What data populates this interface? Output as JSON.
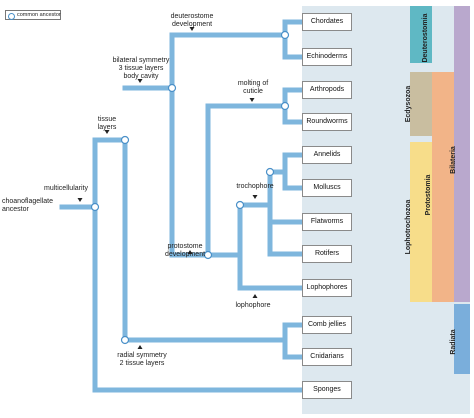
{
  "legend": {
    "label": "common ancestor",
    "icon": "circle-icon"
  },
  "root_label": "choanoflagellate\nancestor",
  "events": {
    "multicellularity": "multicellularity",
    "tissue_layers": "tissue\nlayers",
    "bilateral": "bilateral symmetry\n3 tissue layers\nbody cavity",
    "radial": "radial symmetry\n2 tissue layers",
    "deuterostome": "deuterostome\ndevelopment",
    "protostome": "protostome\ndevelopment",
    "molting": "molting of\ncuticle",
    "trochophore": "trochophore",
    "lophophore": "lophophore"
  },
  "taxa": [
    "Chordates",
    "Echinoderms",
    "Arthropods",
    "Roundworms",
    "Annelids",
    "Molluscs",
    "Flatworms",
    "Rotifers",
    "Lophophores",
    "Comb jellies",
    "Cnidarians",
    "Sponges"
  ],
  "groups": {
    "deuterostomia": "Deuterostomia",
    "ecdysozoa": "Ecdysozoa",
    "lophotrochozoa": "Lophotrochozoa",
    "protostomia": "Protostomia",
    "bilateria": "Bilateria",
    "radiata": "Radiata"
  },
  "colors": {
    "branch": "#7eb6dd",
    "panel": "#dde8ef",
    "deuterostomia": "#5fb8c4",
    "ecdysozoa": "#c9bea0",
    "lophotrochozoa": "#f7dd8a",
    "protostomia": "#f2b488",
    "bilateria": "#b9a8cd",
    "radiata": "#7aaedb"
  }
}
